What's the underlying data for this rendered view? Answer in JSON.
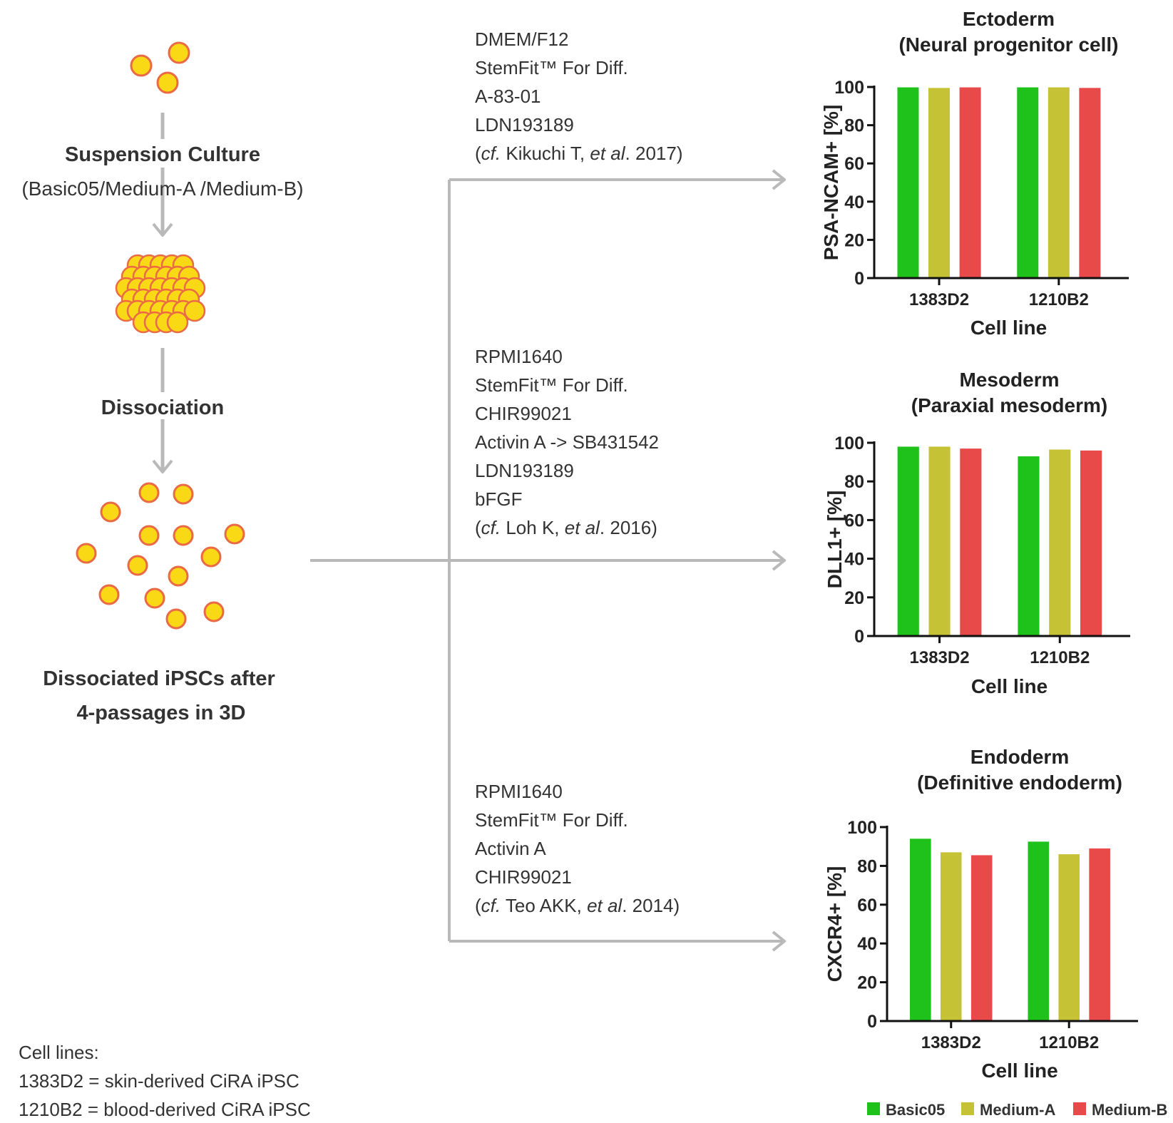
{
  "colors": {
    "arrow": "#b9b9b9",
    "cell_fill": "#f9d816",
    "cell_stroke": "#e96a45",
    "text": "#333333",
    "axis": "#111111"
  },
  "flow": {
    "step1_label": "Suspension Culture",
    "step1_sublabel": "(Basic05/Medium-A /Medium-B)",
    "step2_label": "Dissociation",
    "result_line1": "Dissociated iPSCs after",
    "result_line2": "4-passages in 3D"
  },
  "protocols": [
    {
      "lines": [
        "DMEM/F12",
        "StemFit™ For Diff.",
        "A-83-01",
        "LDN193189"
      ],
      "ref_cf": "cf.",
      "ref_author": " Kikuchi T, ",
      "ref_etal": "et al",
      "ref_year": ". 2017)"
    },
    {
      "lines": [
        "RPMI1640",
        "StemFit™ For Diff.",
        "CHIR99021",
        "Activin A -> SB431542",
        "LDN193189",
        "bFGF"
      ],
      "ref_cf": "cf.",
      "ref_author": " Loh K, ",
      "ref_etal": "et al",
      "ref_year": ". 2016)"
    },
    {
      "lines": [
        "RPMI1640",
        "StemFit™ For Diff.",
        "Activin A",
        "CHIR99021"
      ],
      "ref_cf": "cf.",
      "ref_author": " Teo AKK, ",
      "ref_etal": "et al",
      "ref_year": ". 2014)"
    }
  ],
  "cell_lines_note": {
    "heading": "Cell lines:",
    "line1": "1383D2 = skin-derived CiRA iPSC",
    "line2": "1210B2 = blood-derived CiRA iPSC"
  },
  "legend": [
    {
      "name": "Basic05",
      "color": "#1fc21a"
    },
    {
      "name": "Medium-A",
      "color": "#c5c235"
    },
    {
      "name": "Medium-B",
      "color": "#e84a4a"
    }
  ],
  "chart_data": [
    {
      "type": "bar",
      "title": "Ectoderm",
      "subtitle": "(Neural progenitor cell)",
      "xlabel": "Cell line",
      "ylabel": "PSA-NCAM+ [%]",
      "categories": [
        "1383D2",
        "1210B2"
      ],
      "ylim": [
        0,
        100
      ],
      "yticks": [
        0,
        20,
        40,
        60,
        80,
        100
      ],
      "grid": false,
      "series": [
        {
          "name": "Basic05",
          "values": [
            99.8,
            99.8
          ]
        },
        {
          "name": "Medium-A",
          "values": [
            99.5,
            99.8
          ]
        },
        {
          "name": "Medium-B",
          "values": [
            99.8,
            99.5
          ]
        }
      ]
    },
    {
      "type": "bar",
      "title": "Mesoderm",
      "subtitle": "(Paraxial mesoderm)",
      "xlabel": "Cell line",
      "ylabel": "DLL1+ [%]",
      "categories": [
        "1383D2",
        "1210B2"
      ],
      "ylim": [
        0,
        100
      ],
      "yticks": [
        0,
        20,
        40,
        60,
        80,
        100
      ],
      "grid": false,
      "series": [
        {
          "name": "Basic05",
          "values": [
            98,
            93
          ]
        },
        {
          "name": "Medium-A",
          "values": [
            98,
            96.5
          ]
        },
        {
          "name": "Medium-B",
          "values": [
            97,
            96
          ]
        }
      ]
    },
    {
      "type": "bar",
      "title": "Endoderm",
      "subtitle": "(Definitive endoderm)",
      "xlabel": "Cell line",
      "ylabel": "CXCR4+ [%]",
      "categories": [
        "1383D2",
        "1210B2"
      ],
      "ylim": [
        0,
        100
      ],
      "yticks": [
        0,
        20,
        40,
        60,
        80,
        100
      ],
      "grid": false,
      "series": [
        {
          "name": "Basic05",
          "values": [
            94,
            92.5
          ]
        },
        {
          "name": "Medium-A",
          "values": [
            87,
            86
          ]
        },
        {
          "name": "Medium-B",
          "values": [
            85.5,
            89
          ]
        }
      ]
    }
  ]
}
